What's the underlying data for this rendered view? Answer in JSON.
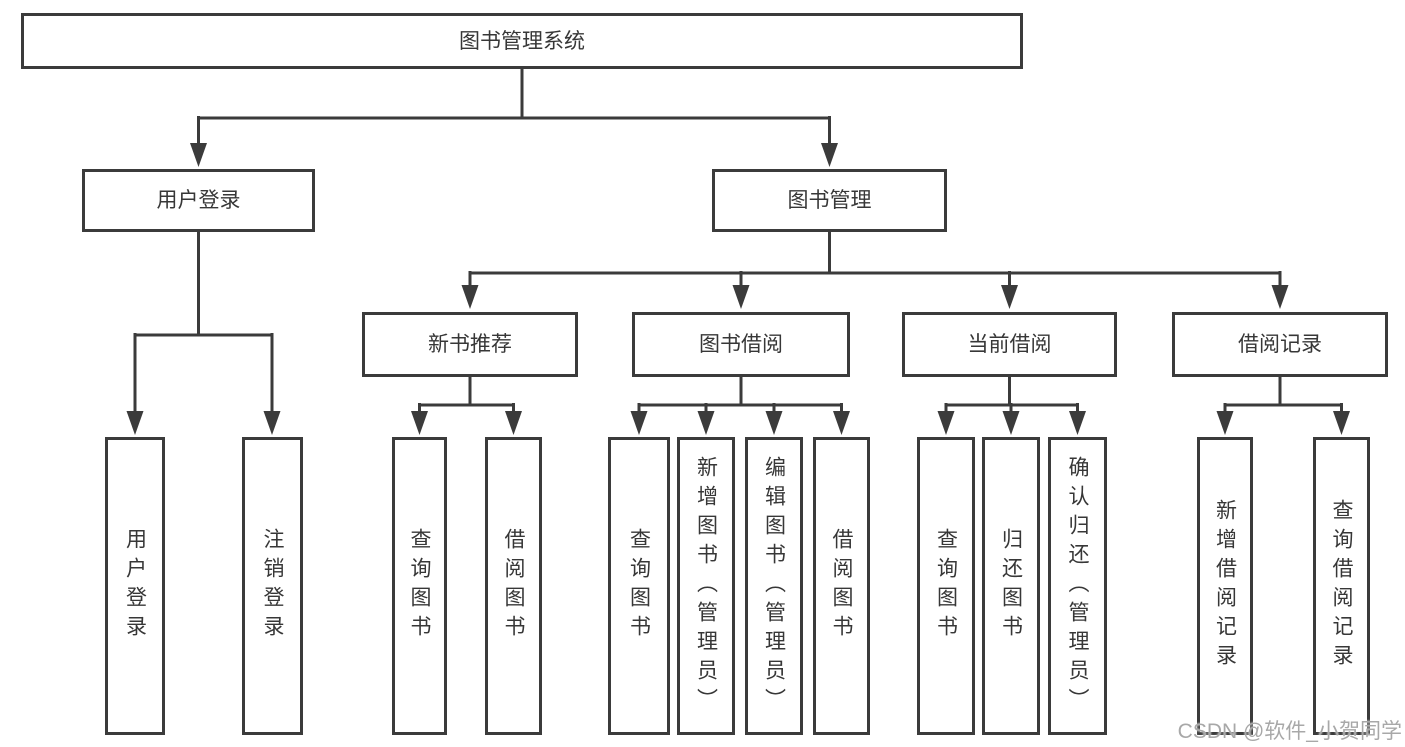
{
  "diagram": {
    "root_label": "图书管理系统",
    "level2": [
      "用户登录",
      "图书管理"
    ],
    "groups": [
      "新书推荐",
      "图书借阅",
      "当前借阅",
      "借阅记录"
    ],
    "leaves_user": [
      "用户登录",
      "注销登录"
    ],
    "leaves_newbook": [
      "查询图书",
      "借阅图书"
    ],
    "leaves_borrow": [
      "查询图书",
      "新增图书（管理员）",
      "编辑图书（管理员）",
      "借阅图书"
    ],
    "leaves_current": [
      "查询图书",
      "归还图书",
      "确认归还（管理员）"
    ],
    "leaves_records": [
      "新增借阅记录",
      "查询借阅记录"
    ],
    "colors": {
      "line": "#3b3b3b",
      "text": "#373737",
      "background": "#ffffff"
    }
  },
  "watermark": "CSDN @软件_小贺同学"
}
